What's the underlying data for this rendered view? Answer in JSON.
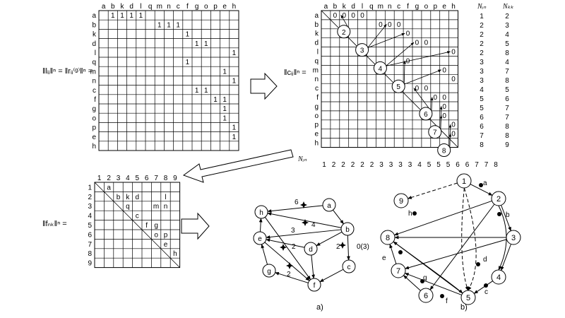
{
  "matrix1": {
    "label": "‖lᵢⱼ‖ⁿ = ‖rᵢⱼ⁽ᵍ⁾‖ⁿ =",
    "columns": [
      "a",
      "b",
      "k",
      "d",
      "l",
      "q",
      "m",
      "n",
      "c",
      "f",
      "g",
      "o",
      "p",
      "e",
      "h"
    ],
    "rows": [
      "a",
      "b",
      "k",
      "d",
      "l",
      "q",
      "m",
      "n",
      "c",
      "f",
      "g",
      "o",
      "p",
      "e",
      "h"
    ],
    "ones": [
      [
        0,
        1
      ],
      [
        0,
        2
      ],
      [
        0,
        3
      ],
      [
        0,
        4
      ],
      [
        1,
        6
      ],
      [
        1,
        7
      ],
      [
        1,
        8
      ],
      [
        2,
        9
      ],
      [
        3,
        10
      ],
      [
        3,
        11
      ],
      [
        4,
        14
      ],
      [
        5,
        9
      ],
      [
        6,
        13
      ],
      [
        7,
        14
      ],
      [
        8,
        10
      ],
      [
        8,
        11
      ],
      [
        9,
        12
      ],
      [
        9,
        13
      ],
      [
        10,
        13
      ],
      [
        11,
        13
      ],
      [
        12,
        14
      ],
      [
        13,
        14
      ]
    ],
    "value": "1"
  },
  "matrix2": {
    "label": "‖cᵢⱼ‖ⁿ =",
    "columns": [
      "a",
      "b",
      "k",
      "d",
      "l",
      "q",
      "m",
      "n",
      "c",
      "f",
      "g",
      "o",
      "p",
      "e",
      "h"
    ],
    "rows": [
      "a",
      "b",
      "k",
      "d",
      "l",
      "q",
      "m",
      "n",
      "c",
      "f",
      "g",
      "o",
      "p",
      "e",
      "h"
    ],
    "zeros": [
      [
        0,
        1
      ],
      [
        0,
        2
      ],
      [
        0,
        3
      ],
      [
        0,
        4
      ],
      [
        1,
        6
      ],
      [
        1,
        7
      ],
      [
        1,
        8
      ],
      [
        2,
        9
      ],
      [
        3,
        10
      ],
      [
        3,
        11
      ],
      [
        4,
        14
      ],
      [
        5,
        9
      ],
      [
        6,
        13
      ],
      [
        7,
        14
      ],
      [
        8,
        10
      ],
      [
        8,
        11
      ],
      [
        9,
        12
      ],
      [
        9,
        13
      ],
      [
        10,
        13
      ],
      [
        11,
        13
      ],
      [
        12,
        14
      ],
      [
        13,
        14
      ]
    ],
    "value": "0",
    "circles": [
      {
        "label": "2",
        "row": 2,
        "col": 2
      },
      {
        "label": "3",
        "row": 4,
        "col": 4
      },
      {
        "label": "4",
        "row": 6,
        "col": 6
      },
      {
        "label": "5",
        "row": 8,
        "col": 8
      },
      {
        "label": "6",
        "row": 11,
        "col": 11
      },
      {
        "label": "7",
        "row": 13,
        "col": 12
      },
      {
        "label": "8",
        "row": 15,
        "col": 13
      }
    ],
    "bottom_label": "Nᵢₙ",
    "bottom_numbers": [
      "1",
      "2",
      "2",
      "2",
      "2",
      "2",
      "3",
      "3",
      "3",
      "3",
      "4",
      "5",
      "5",
      "5",
      "6",
      "6",
      "7",
      "7",
      "8"
    ]
  },
  "table": {
    "header_left": "Nᵢₙ",
    "header_right": "Nₖₖ",
    "left": [
      "1",
      "2",
      "2",
      "2",
      "2",
      "3",
      "3",
      "3",
      "4",
      "5",
      "5",
      "6",
      "6",
      "7",
      "8"
    ],
    "right": [
      "2",
      "3",
      "4",
      "5",
      "8",
      "4",
      "7",
      "8",
      "5",
      "6",
      "7",
      "7",
      "8",
      "8",
      "9"
    ]
  },
  "matrix3": {
    "label": "‖fₙₖ‖ⁿ =",
    "numbers": [
      "1",
      "2",
      "3",
      "4",
      "5",
      "6",
      "7",
      "8",
      "9"
    ],
    "cells": [
      {
        "r": 0,
        "c": 1,
        "t": "a"
      },
      {
        "r": 1,
        "c": 2,
        "t": "b"
      },
      {
        "r": 1,
        "c": 3,
        "t": "k"
      },
      {
        "r": 1,
        "c": 4,
        "t": "d"
      },
      {
        "r": 1,
        "c": 7,
        "t": "l"
      },
      {
        "r": 2,
        "c": 3,
        "t": "q"
      },
      {
        "r": 2,
        "c": 6,
        "t": "m"
      },
      {
        "r": 2,
        "c": 7,
        "t": "n"
      },
      {
        "r": 3,
        "c": 4,
        "t": "c"
      },
      {
        "r": 4,
        "c": 5,
        "t": "f"
      },
      {
        "r": 4,
        "c": 6,
        "t": "g"
      },
      {
        "r": 5,
        "c": 6,
        "t": "o"
      },
      {
        "r": 5,
        "c": 7,
        "t": "p"
      },
      {
        "r": 6,
        "c": 7,
        "t": "e"
      },
      {
        "r": 7,
        "c": 8,
        "t": "h"
      }
    ]
  },
  "graph_a": {
    "caption": "a)",
    "nodes": [
      "h",
      "a",
      "e",
      "b",
      "d",
      "c",
      "g",
      "f"
    ],
    "edge_labels": [
      "6",
      "4",
      "3",
      "2",
      "2",
      "2",
      "0(3)"
    ]
  },
  "graph_b": {
    "caption": "b)",
    "nodes": [
      "1",
      "2",
      "3",
      "4",
      "5",
      "6",
      "7",
      "8",
      "9"
    ],
    "letters": [
      "a",
      "b",
      "c",
      "d",
      "e",
      "f",
      "g",
      "h"
    ]
  }
}
